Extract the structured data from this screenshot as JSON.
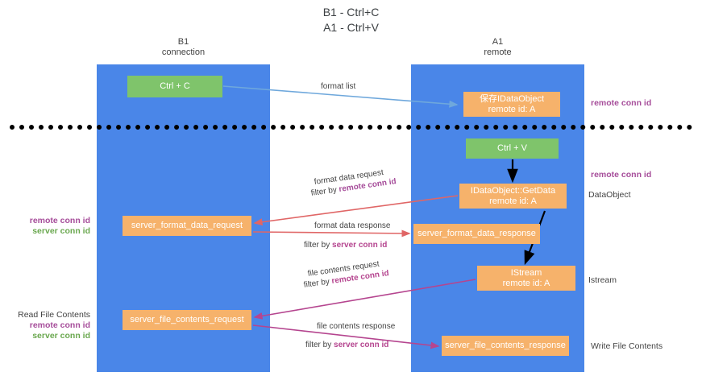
{
  "title": {
    "line1": "B1 - Ctrl+C",
    "line2": "A1 - Ctrl+V"
  },
  "lanes": [
    {
      "name": "B1",
      "sub": "connection",
      "color": "#4a86e8"
    },
    {
      "name": "A1",
      "sub": "remote",
      "color": "#4a86e8"
    }
  ],
  "nodes": {
    "ctrl_c": {
      "label": "Ctrl + C",
      "color": "#7fc46b"
    },
    "data_object": {
      "line1": "保存IDataObject",
      "line2": "remote id: A",
      "color": "#f6b26b"
    },
    "ctrl_v": {
      "label": "Ctrl + V",
      "color": "#7fc46b"
    },
    "get_data": {
      "line1": "IDataObject::GetData",
      "line2": "remote id: A",
      "color": "#f6b26b"
    },
    "server_format_data_request": {
      "label": "server_format_data_request",
      "color": "#f6b26b"
    },
    "server_format_data_response": {
      "label": "server_format_data_response",
      "color": "#f6b26b"
    },
    "istream": {
      "line1": "IStream",
      "line2": "remote id: A",
      "color": "#f6b26b"
    },
    "server_file_contents_request": {
      "label": "server_file_contents_request",
      "color": "#f6b26b"
    },
    "server_file_contents_response": {
      "label": "server_file_contents_response",
      "color": "#f6b26b"
    }
  },
  "edge_labels": {
    "format_list": "format list",
    "format_data_request": "format data request",
    "format_data_request_filter_prefix": "filter by ",
    "format_data_request_filter_key": "remote conn id",
    "format_data_response": "format data response",
    "format_data_response_filter_prefix": "filter by ",
    "format_data_response_filter_key": "server conn id",
    "file_contents_request": "file contents request",
    "file_contents_request_filter_prefix": "filter by ",
    "file_contents_request_filter_key": "remote conn id",
    "file_contents_response": "file contents response",
    "file_contents_response_filter_prefix": "filter by ",
    "file_contents_response_filter_key": "server conn id"
  },
  "right_annotations": {
    "remote_conn_id_1": "remote conn id",
    "remote_conn_id_2": "remote conn id",
    "data_object": "DataObject",
    "istream": "Istream",
    "write_file_contents": "Write File Contents"
  },
  "left_annotations": {
    "block1_remote": "remote conn id",
    "block1_server": "server conn id",
    "block2_title": "Read File Contents",
    "block2_remote": "remote conn id",
    "block2_server": "server conn id"
  },
  "colors": {
    "lane": "#4a86e8",
    "green_node": "#7fc46b",
    "orange_node": "#f6b26b",
    "remote_conn_id": "#a64d9a",
    "server_conn_id": "#6aa84f",
    "arrow_blue": "#6fa8dc",
    "arrow_red": "#e06666",
    "arrow_magenta": "#b5458f",
    "arrow_black": "#000000",
    "divider": "#000000"
  }
}
